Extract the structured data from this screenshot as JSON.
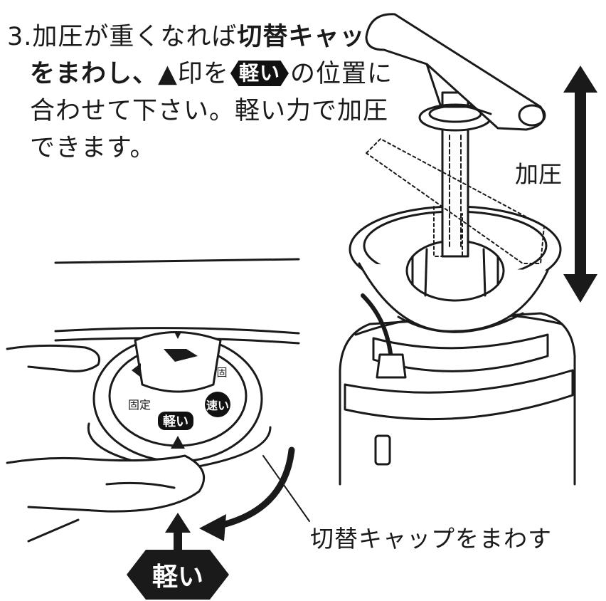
{
  "instruction": {
    "line1_prefix": "3.加圧が重くなれば",
    "line1_bold": "切替キャップ",
    "line2_bold": "をまわし、",
    "line2_mid": "▲印を",
    "line2_badge": "軽い",
    "line2_suffix": "の位置に",
    "line3": "合わせて下さい。軽い力で加圧",
    "line4": "できます。"
  },
  "labels": {
    "pressure": "加圧",
    "rotate_cap": "切替キャップをまわす",
    "bottom_badge": "軽い"
  },
  "dial": {
    "light": "軽い",
    "fast": "速い",
    "fixed": "固定",
    "top": "固"
  },
  "colors": {
    "ink": "#1a1a1a",
    "background": "#ffffff"
  }
}
